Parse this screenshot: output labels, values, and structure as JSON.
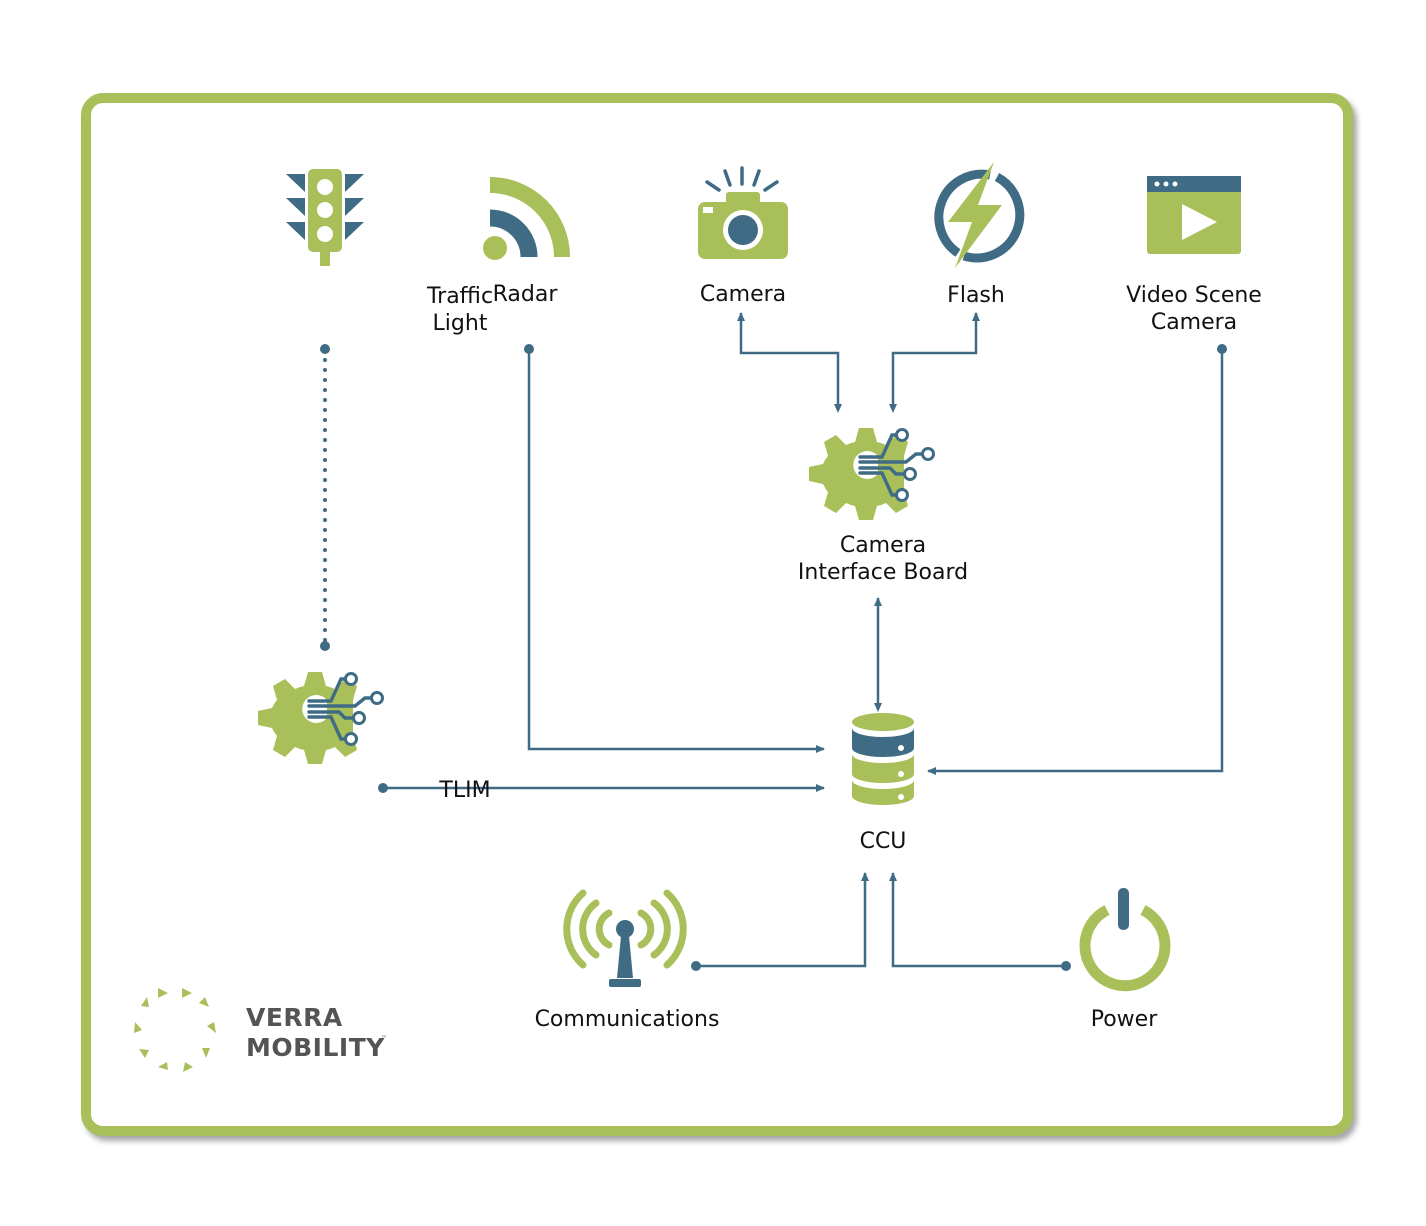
{
  "colors": {
    "green": "#a9c05a",
    "blue": "#3f6b85",
    "frame": "#a9c05a"
  },
  "nodes": {
    "traffic_light": {
      "label": "Traffic\nLight",
      "icon": "traffic-light-icon"
    },
    "radar": {
      "label": "Radar",
      "icon": "radar-signal-icon"
    },
    "camera": {
      "label": "Camera",
      "icon": "camera-icon"
    },
    "flash": {
      "label": "Flash",
      "icon": "lightning-bolt-icon"
    },
    "video_scene_camera": {
      "label": "Video Scene\nCamera",
      "icon": "video-play-icon"
    },
    "camera_interface_board": {
      "label": "Camera\nInterface Board",
      "icon": "gear-circuit-icon"
    },
    "tlim": {
      "label": "TLIM",
      "icon": "gear-circuit-icon"
    },
    "ccu": {
      "label": "CCU",
      "icon": "database-server-icon"
    },
    "communications": {
      "label": "Communications",
      "icon": "antenna-broadcast-icon"
    },
    "power": {
      "label": "Power",
      "icon": "power-button-icon"
    }
  },
  "edges": [
    {
      "from": "traffic_light",
      "to": "tlim",
      "style": "dotted"
    },
    {
      "from": "radar",
      "to": "ccu",
      "style": "solid"
    },
    {
      "from": "tlim",
      "to": "ccu",
      "style": "solid"
    },
    {
      "from": "video_scene_camera",
      "to": "ccu",
      "style": "solid"
    },
    {
      "from": "camera_interface_board",
      "to": "camera",
      "style": "solid"
    },
    {
      "from": "camera_interface_board",
      "to": "flash",
      "style": "solid"
    },
    {
      "from": "ccu",
      "to": "camera_interface_board",
      "style": "bidirectional"
    },
    {
      "from": "communications",
      "to": "ccu",
      "style": "solid"
    },
    {
      "from": "power",
      "to": "ccu",
      "style": "solid"
    }
  ],
  "logo": {
    "text": "VERRA\nMOBILITY",
    "trademark": "™"
  }
}
